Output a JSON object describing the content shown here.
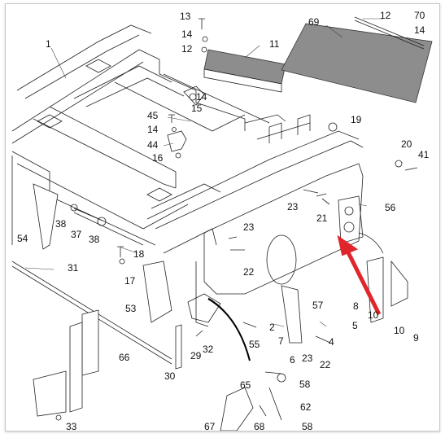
{
  "diagram": {
    "labels": {
      "l1": "1",
      "l2": "2",
      "l4": "4",
      "l5": "5",
      "l6": "6",
      "l7": "7",
      "l8": "8",
      "l9": "9",
      "l10a": "10",
      "l10b": "10",
      "l11": "11",
      "l12a": "12",
      "l12b": "12",
      "l13": "13",
      "l14a": "14",
      "l14b": "14",
      "l14c": "14",
      "l14d": "14",
      "l15": "15",
      "l16": "16",
      "l17": "17",
      "l18": "18",
      "l19": "19",
      "l20": "20",
      "l21": "21",
      "l22a": "22",
      "l22b": "22",
      "l23a": "23",
      "l23b": "23",
      "l23c": "23",
      "l29": "29",
      "l30": "30",
      "l31": "31",
      "l32": "32",
      "l33": "33",
      "l37": "37",
      "l38a": "38",
      "l38b": "38",
      "l41": "41",
      "l44": "44",
      "l45": "45",
      "l53": "53",
      "l54": "54",
      "l55": "55",
      "l56": "56",
      "l57": "57",
      "l58a": "58",
      "l58b": "58",
      "l62": "62",
      "l65": "65",
      "l66": "66",
      "l67": "67",
      "l68": "68",
      "l69": "69",
      "l70": "70"
    },
    "colors": {
      "arrow": "#e0262b",
      "plate": "#8d8d8d",
      "line": "#222222"
    }
  }
}
